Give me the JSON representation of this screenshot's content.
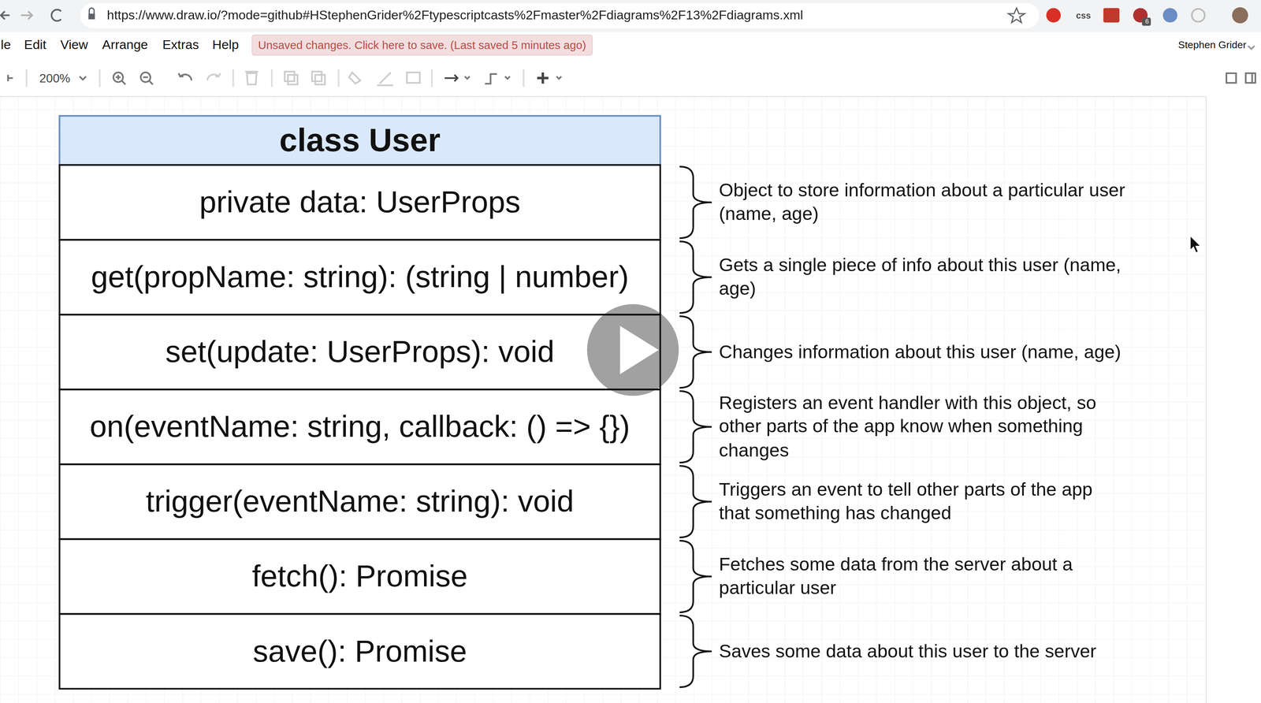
{
  "diagram": {
    "nodes": [
      {
        "text": [
          "class User"
        ]
      },
      {
        "text": [
          "private data: UserProps"
        ],
        "in": 0
      },
      {
        "text": [
          "get(propName: string): (string | number)"
        ],
        "in": 0
      },
      {
        "text": [
          "set(update: UserProps): void"
        ],
        "in": 0
      },
      {
        "text": [
          "on(eventName: string, callback: () => {})"
        ],
        "in": 0
      },
      {
        "text": [
          "trigger(eventName: string): void"
        ],
        "in": 0
      },
      {
        "text": [
          "fetch(): Promise"
        ],
        "in": 0
      },
      {
        "text": [
          "save(): Promise"
        ],
        "in": 0
      }
    ],
    "labels": [
      "Object to store information about a particular user (name, age)",
      "Gets a single piece of info about this user (name, age)",
      "Changes information about this user (name, age)",
      "Registers an event handler with this object, so other parts of the app know when something changes",
      "Triggers an event to tell other parts of the app that something has changed",
      "Fetches some data from the server about a particular user",
      "Saves some data about this user to the server",
      "https://www.draw.io/?mode=github#HStephenGrider%2Ftypescriptcasts%2Fmaster%2Fdiagrams%2F13%2Fdiagrams.xml",
      "css",
      "6",
      "le",
      "Edit",
      "View",
      "Arrange",
      "Extras",
      "Help",
      "Unsaved changes. Click here to save. (Last saved 5 minutes ago)",
      "Stephen Grider",
      "200%"
    ]
  }
}
